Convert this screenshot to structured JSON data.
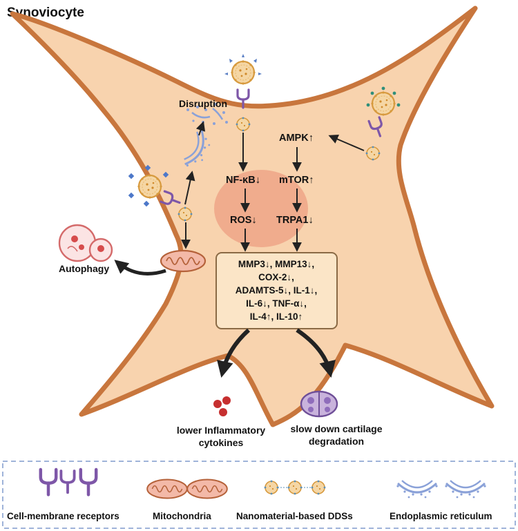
{
  "title": "Synoviocyte",
  "pathway": {
    "nfkb": "NF-κB↓",
    "ros": "ROS↓",
    "ampk": "AMPK↑",
    "mtor": "mTOR↑",
    "trpa1": "TRPA1↓",
    "disruption": "Disruption",
    "autophagy": "Autophagy"
  },
  "effects_box": {
    "lines": [
      "MMP3↓, MMP13↓,",
      "COX-2↓,",
      "ADAMTS-5↓, IL-1↓,",
      "IL-6↓, TNF-α↓,",
      "IL-4↑, IL-10↑"
    ]
  },
  "outcomes": {
    "left": [
      "lower Inflammatory",
      "cytokines"
    ],
    "right": [
      "slow down cartilage",
      "degradation"
    ]
  },
  "legend": {
    "items": [
      {
        "label": "Cell-membrane receptors",
        "icon": "receptor-icon"
      },
      {
        "label": "Mitochondria",
        "icon": "mitochondria-icon"
      },
      {
        "label": "Nanomaterial-based DDSs",
        "icon": "nanoparticle-icon"
      },
      {
        "label": "Endoplasmic reticulum",
        "icon": "er-icon"
      }
    ]
  },
  "colors": {
    "cell_fill": "#f8d3ae",
    "cell_stroke": "#c8763d",
    "nucleus": "#efa487",
    "box_fill": "#fbe5c7",
    "box_stroke": "#8a6a45",
    "receptor": "#7e57a8",
    "er": "#8aa1d8",
    "legend_border": "#9fb3d9"
  }
}
